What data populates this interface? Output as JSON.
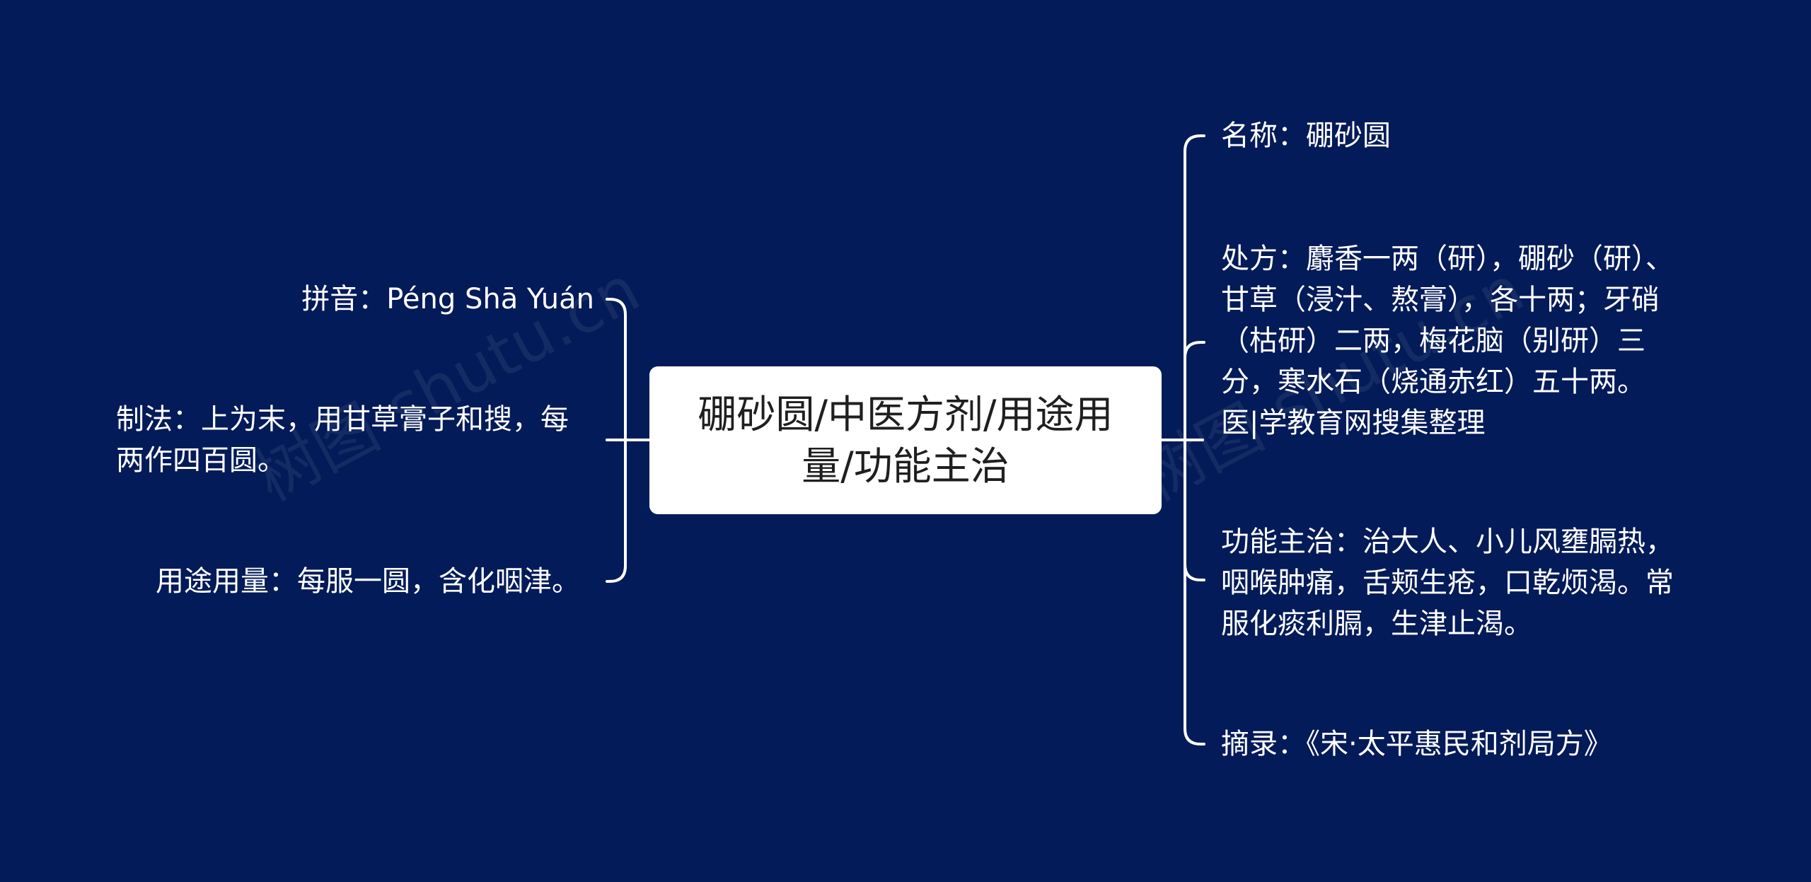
{
  "root": {
    "title": "硼砂圆/中医方剂/用途用量/功能主治"
  },
  "left_branches": [
    {
      "text": "拼音：Péng Shā Yuán"
    },
    {
      "text": "制法：上为末，用甘草膏子和搜，每两作四百圆。"
    },
    {
      "text": "用途用量：每服一圆，含化咽津。"
    }
  ],
  "right_branches": [
    {
      "text": "名称：硼砂圆"
    },
    {
      "text": "处方：麝香一两（研），硼砂（研）、甘草（浸汁、熬膏），各十两；牙硝（枯研）二两，梅花脑（别研）三分，寒水石（烧通赤红）五十两。医|学教育网搜集整理"
    },
    {
      "text": "功能主治：治大人、小儿风壅膈热，咽喉肿痛，舌颊生疮，口乾烦渴。常服化痰利膈，生津止渴。"
    },
    {
      "text": "摘录：《宋·太平惠民和剂局方》"
    }
  ],
  "colors": {
    "background": "#031b58",
    "node_box": "#ffffff",
    "line": "#ffffff",
    "text": "#ffffff",
    "root_text": "#1f1f1f"
  }
}
